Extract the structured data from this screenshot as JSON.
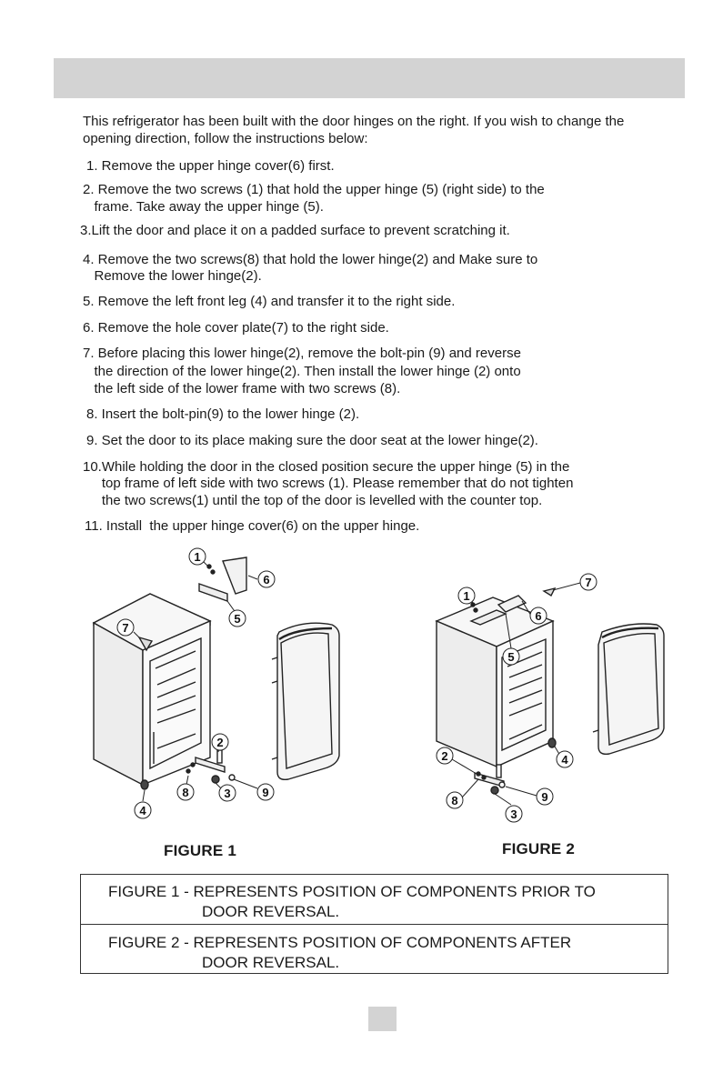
{
  "intro": "This refrigerator has been built with the door hinges on the right. If you wish to change the opening direction, follow the instructions below:",
  "steps": [
    "1. Remove the upper hinge cover(6) first.",
    "2. Remove the two screws (1) that hold the upper hinge (5) (right side) to the",
    "   frame. Take away the upper hinge (5).",
    "3.Lift the door and place it on a padded surface to prevent scratching it.",
    "4. Remove the two screws(8) that hold the lower hinge(2) and Make sure to",
    "   Remove the lower hinge(2).",
    "5. Remove the left front leg (4) and transfer it to the right side.",
    "6. Remove the hole cover plate(7) to the right side.",
    "7. Before placing this lower hinge(2), remove the bolt-pin (9) and reverse",
    "   the direction of the lower hinge(2). Then install the lower hinge (2) onto",
    "   the left side of the lower frame with two screws (8).",
    "8. Insert the bolt-pin(9) to the lower hinge (2).",
    "9. Set the door to its place making sure the door seat at the lower hinge(2).",
    "10.While holding the door in the closed position secure the upper hinge (5) in the",
    "     top frame of left side with two screws (1). Please remember that do not tighten",
    "     the two screws(1) until the top of the door is levelled with the counter top.",
    "11. Install  the upper hinge cover(6) on the upper hinge."
  ],
  "figures": {
    "figure1_caption": "FIGURE 1",
    "figure2_caption": "FIGURE 2",
    "part_numbers": [
      "1",
      "2",
      "3",
      "4",
      "5",
      "6",
      "7",
      "8",
      "9"
    ]
  },
  "legend": {
    "row1_line1": "FIGURE 1 - REPRESENTS POSITION OF COMPONENTS PRIOR TO",
    "row1_line2": "DOOR REVERSAL.",
    "row2_line1": "FIGURE 2 - REPRESENTS POSITION OF COMPONENTS AFTER",
    "row2_line2": "DOOR REVERSAL."
  },
  "colors": {
    "header_bar": "#d3d3d3",
    "page_number_box": "#d3d3d3"
  }
}
